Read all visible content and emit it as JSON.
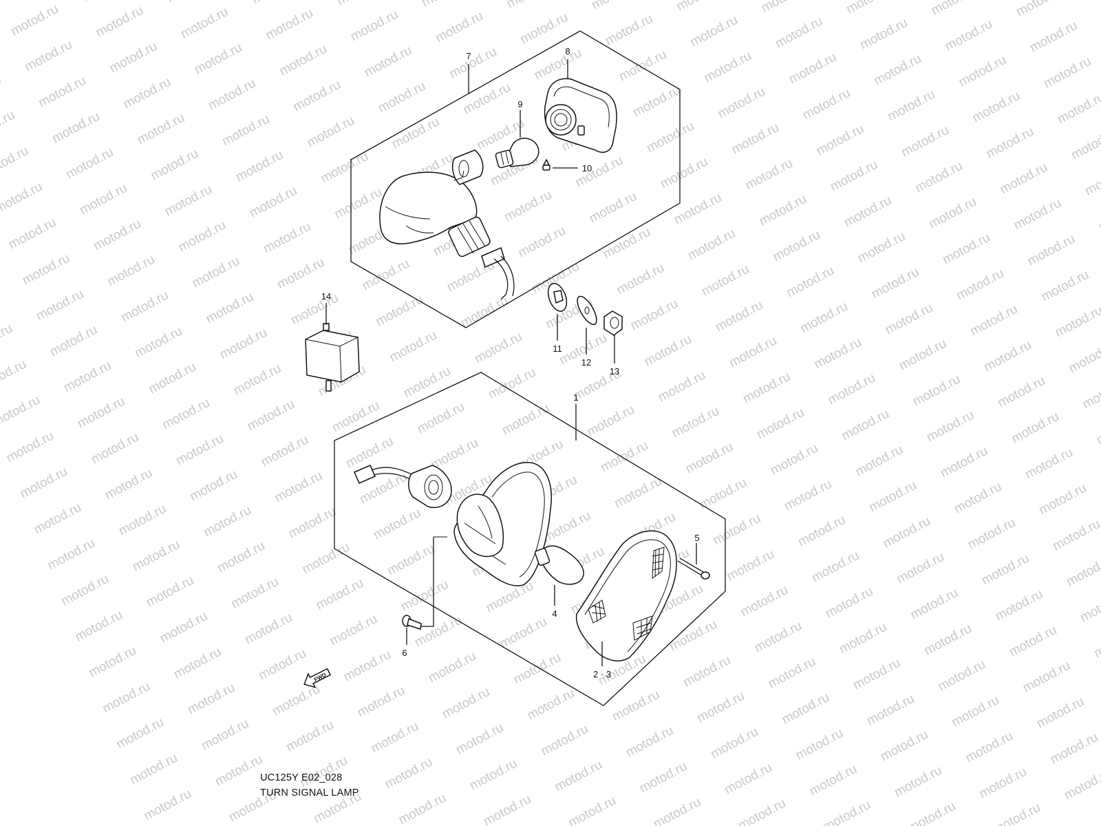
{
  "watermark": "motod.ru",
  "caption": {
    "model": "UC125Y E02_028",
    "title": "TURN SIGNAL LAMP"
  },
  "callouts": {
    "c1": "1",
    "c23": "2 · 3",
    "c4": "4",
    "c5": "5",
    "c6": "6",
    "c7": "7",
    "c8": "8",
    "c9": "9",
    "c10": "10",
    "c11": "11",
    "c12": "12",
    "c13": "13",
    "c14": "14"
  },
  "fwd": "FWD",
  "colors": {
    "line": "#111111",
    "watermark": "#c9c9c9",
    "background": "#ffffff"
  }
}
